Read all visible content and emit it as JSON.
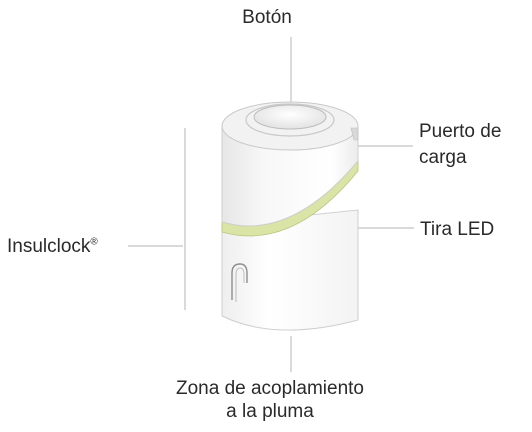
{
  "labels": {
    "button": "Botón",
    "charging_port_line1": "Puerto de",
    "charging_port_line2": "carga",
    "led_strip": "Tira LED",
    "device_name": "Insulclock",
    "device_mark": "®",
    "docking_zone_line1": "Zona de acoplamiento",
    "docking_zone_line2": "a la pluma"
  },
  "colors": {
    "leader_line": "#b5b5b5",
    "led_strip": "#d9e4a6",
    "body_outline": "#cfcfcf"
  }
}
